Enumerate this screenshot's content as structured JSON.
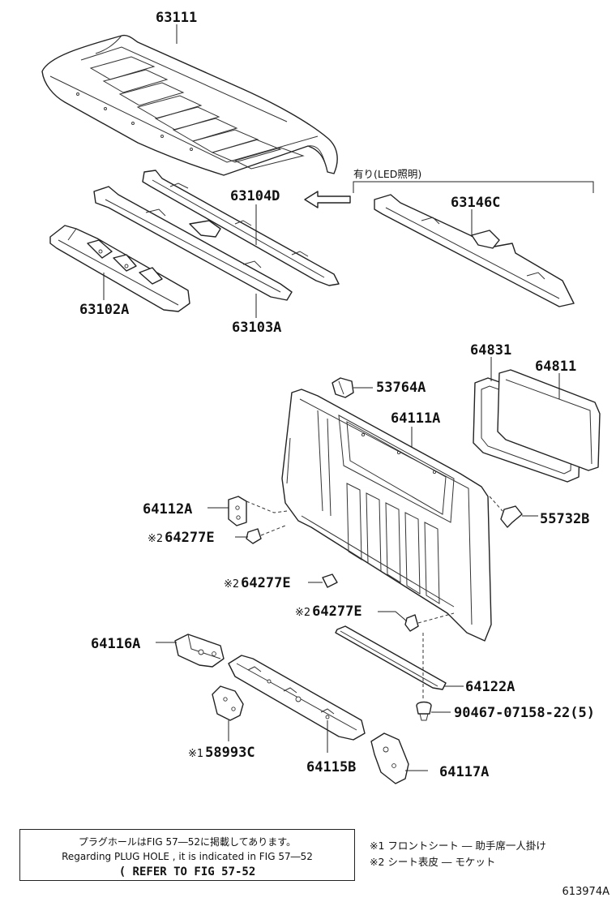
{
  "parts": {
    "p63111": "63111",
    "p63104D": "63104D",
    "p63146C": "63146C",
    "p63102A": "63102A",
    "p63103A": "63103A",
    "p64831": "64831",
    "p64811": "64811",
    "p53764A": "53764A",
    "p64111A": "64111A",
    "p64112A": "64112A",
    "p55732B": "55732B",
    "p64277E_1": "64277E",
    "p64277E_2": "64277E",
    "p64277E_3": "64277E",
    "p64116A": "64116A",
    "p64122A": "64122A",
    "p90467": "90467-07158-22(5)",
    "p58993C": "58993C",
    "p64115B": "64115B",
    "p64117A": "64117A"
  },
  "marks": {
    "m1": "※1",
    "m2": "※2"
  },
  "led_option": "有り(LED照明)",
  "note": {
    "line1": "プラグホールはFIG 57―52に掲載してあります。",
    "line2": "Regarding PLUG HOLE , it is indicated in FIG 57―52",
    "line3": "( REFER TO FIG 57-52"
  },
  "legend": {
    "l1": "※1 フロントシート ― 助手席一人掛け",
    "l2": "※2 シート表皮 ― モケット"
  },
  "diagram_code": "613974A"
}
